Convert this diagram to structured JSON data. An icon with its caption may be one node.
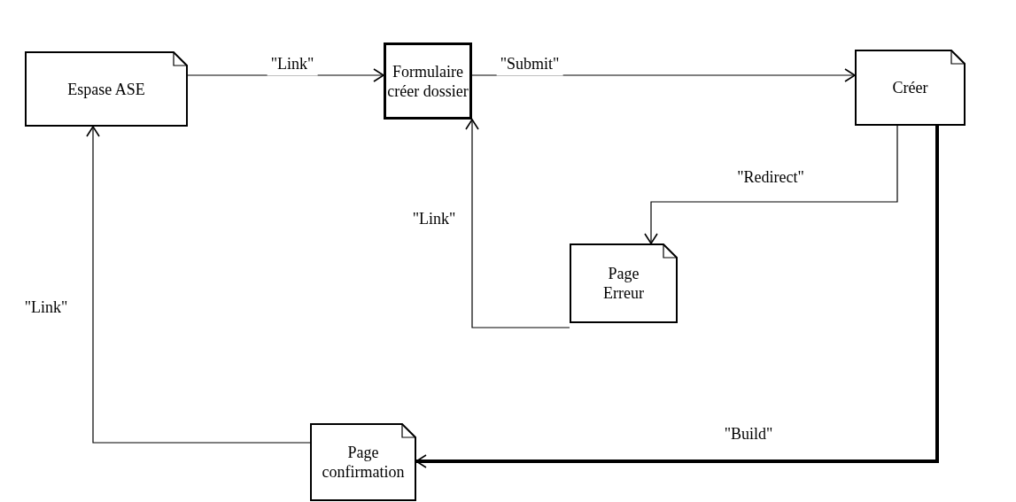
{
  "diagram": {
    "nodes": [
      {
        "text": [
          "Espase ASE"
        ]
      },
      {
        "text": [
          "Formulaire créer dossier"
        ]
      },
      {
        "text": [
          "Créer"
        ]
      },
      {
        "text": [
          "Page Erreur"
        ]
      },
      {
        "text": [
          "Page confirmation"
        ]
      }
    ],
    "edges": [
      {
        "from": 0,
        "to": 1,
        "arrow": "to",
        "label": "\"Link\""
      },
      {
        "from": 1,
        "to": 2,
        "arrow": "to",
        "label": "\"Submit\""
      },
      {
        "from": 2,
        "to": 3,
        "arrow": "to",
        "label": "\"Redirect\""
      },
      {
        "from": 3,
        "to": 1,
        "arrow": "to",
        "label": "\"Link\""
      },
      {
        "from": 2,
        "to": 4,
        "arrow": "to",
        "label": "\"Build\"",
        "style": "thick"
      },
      {
        "from": 4,
        "to": 0,
        "arrow": "to",
        "label": "\"Link\""
      }
    ]
  }
}
